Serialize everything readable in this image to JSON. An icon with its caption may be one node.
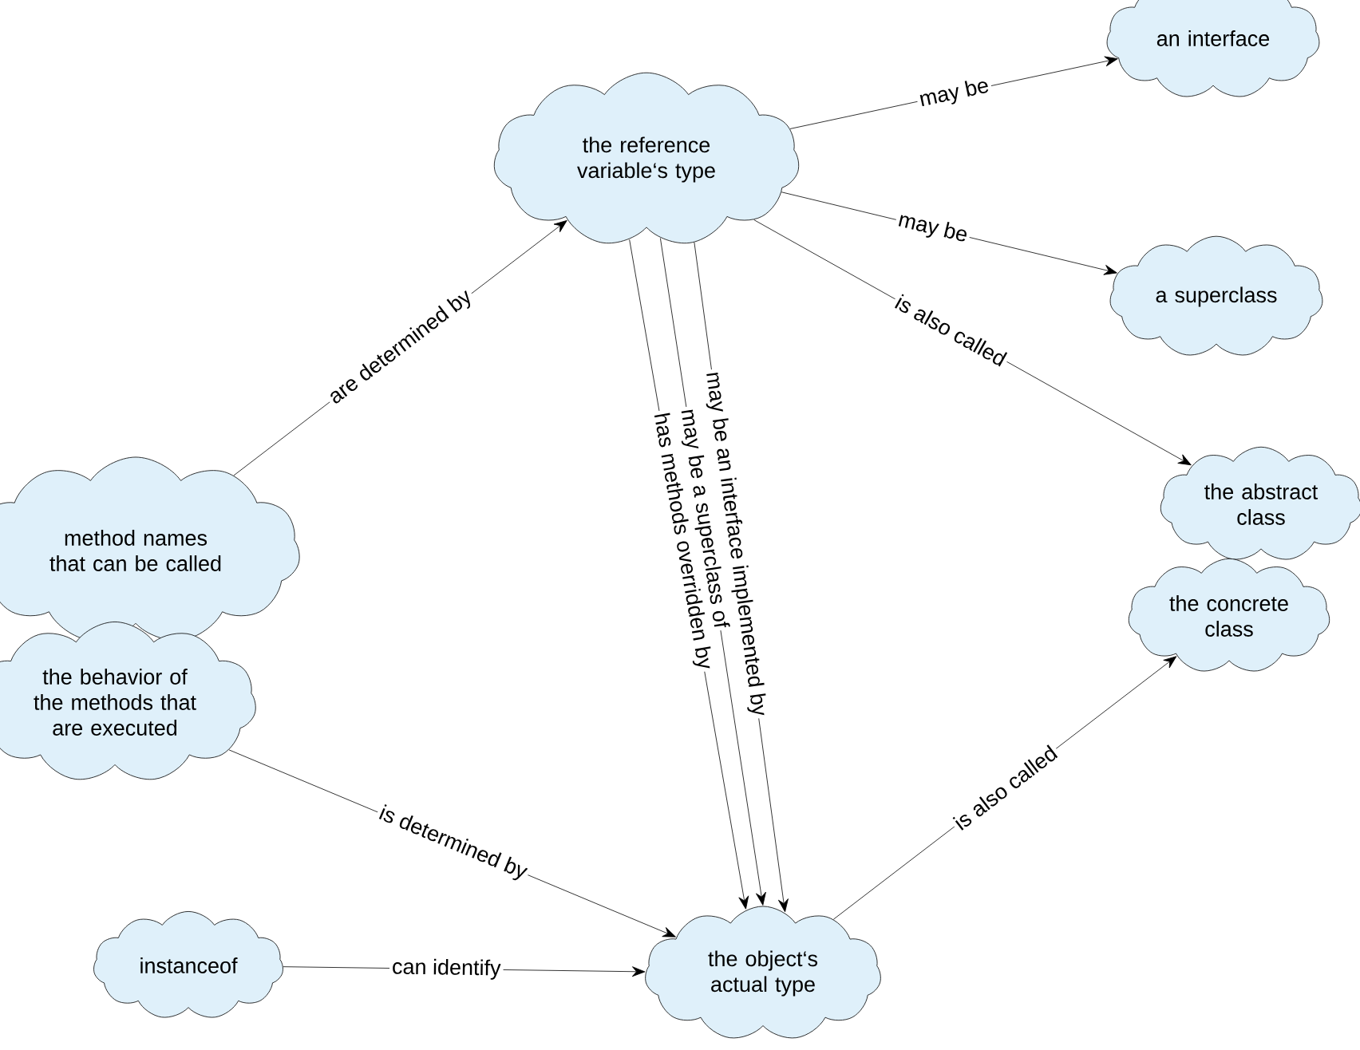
{
  "diagram": {
    "nodes": [
      {
        "text": [
          "the reference variable‘s type"
        ]
      },
      {
        "text": [
          "an interface"
        ]
      },
      {
        "text": [
          "a superclass"
        ]
      },
      {
        "text": [
          "the abstract class"
        ]
      },
      {
        "text": [
          "the concrete class"
        ]
      },
      {
        "text": [
          "method names that can be called"
        ]
      },
      {
        "text": [
          "the behavior of the methods that are executed"
        ]
      },
      {
        "text": [
          "instanceof"
        ]
      },
      {
        "text": [
          "the object‘s actual type"
        ]
      }
    ],
    "edges": [
      {
        "from": 0,
        "to": 1,
        "arrow": "to",
        "label": "may be"
      },
      {
        "from": 0,
        "to": 2,
        "arrow": "to",
        "label": "may be"
      },
      {
        "from": 0,
        "to": 3,
        "arrow": "to",
        "label": "is also called"
      },
      {
        "from": 5,
        "to": 0,
        "arrow": "to",
        "label": "are determined by"
      },
      {
        "from": 0,
        "to": 8,
        "arrow": "to",
        "label": "has methods overridden by"
      },
      {
        "from": 0,
        "to": 8,
        "arrow": "to",
        "label": "may be a superclass of"
      },
      {
        "from": 0,
        "to": 8,
        "arrow": "to",
        "label": "may be an interface implemented by"
      },
      {
        "from": 6,
        "to": 8,
        "arrow": "to",
        "label": "is determined by"
      },
      {
        "from": 7,
        "to": 8,
        "arrow": "to",
        "label": "can identify"
      },
      {
        "from": 8,
        "to": 4,
        "arrow": "to",
        "label": "is also called"
      }
    ]
  }
}
